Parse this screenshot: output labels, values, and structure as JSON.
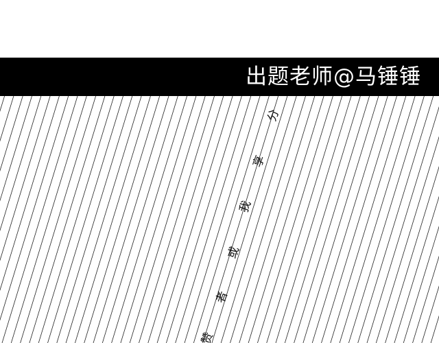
{
  "banner": {
    "credit": "出题老师@马锤锤",
    "background": "#000000",
    "text_color": "#ffffff"
  },
  "diagonal_text": [
    "分",
    "享",
    "我",
    "或",
    "者",
    "赞"
  ],
  "pattern": {
    "style": "diagonal-lines",
    "line_color": "#222222"
  }
}
